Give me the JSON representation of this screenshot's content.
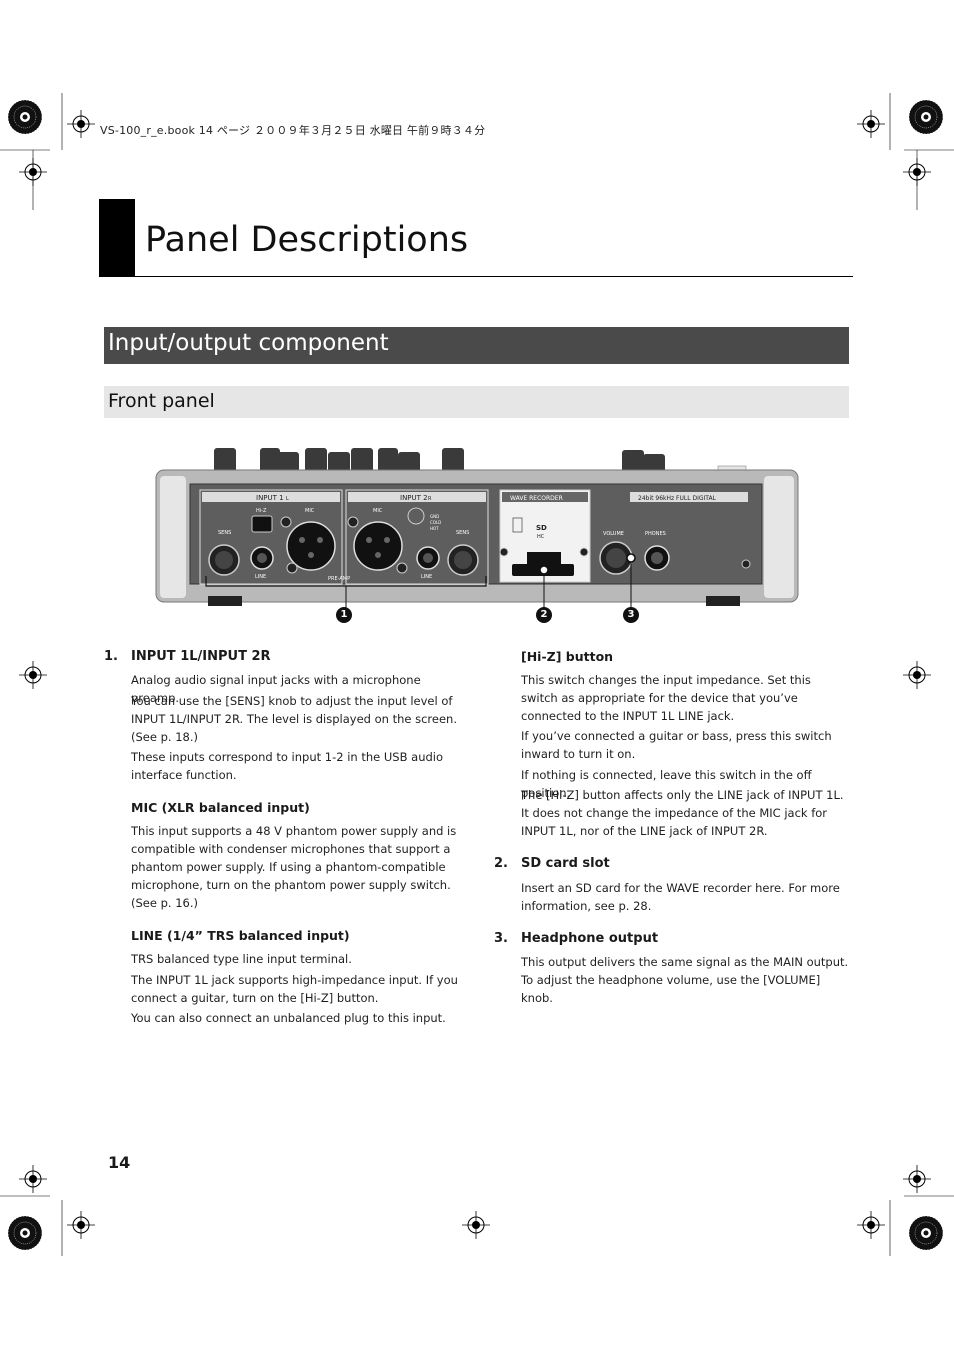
{
  "header": {
    "file_info": "VS-100_r_e.book  14 ページ  ２００９年３月２５日  水曜日  午前９時３４分"
  },
  "page": {
    "title": "Panel Descriptions",
    "section": "Input/output component",
    "subsection": "Front panel",
    "number": "14"
  },
  "figure": {
    "labels": {
      "input1": "INPUT 1",
      "input1_sub": "L",
      "input2": "INPUT 2",
      "input2_sub": "R",
      "hiz": "Hi-Z",
      "mic": "MIC",
      "sens": "SENS",
      "line": "LINE",
      "preamp": "PRE-AMP",
      "gnd": "GND",
      "cold": "COLD",
      "hot": "HOT",
      "wave_recorder": "WAVE RECORDER",
      "digital": "24bit 96kHz  FULL DIGITAL",
      "sd": "SD",
      "hc": "HC",
      "volume": "VOLUME",
      "phones": "PHONES"
    },
    "callouts": [
      "1",
      "2",
      "3"
    ]
  },
  "left_column": {
    "item1": {
      "num": "1.",
      "title": "INPUT 1L/INPUT 2R",
      "paras": [
        "Analog audio signal input jacks with a microphone preamp.",
        "You can use the [SENS] knob to adjust the input level of INPUT 1L/INPUT 2R. The level is displayed on the screen. (See p. 18.)",
        "These inputs correspond to input 1-2 in the USB audio interface function."
      ]
    },
    "mic": {
      "title": "MIC (XLR balanced input)",
      "para": "This input supports a 48 V phantom power supply and is compatible with condenser microphones that support a phantom power supply. If using a phantom-compatible microphone, turn on the phantom power supply switch. (See p. 16.)"
    },
    "line": {
      "title": "LINE (1/4” TRS balanced input)",
      "paras": [
        "TRS balanced type line input terminal.",
        "The INPUT 1L jack supports high-impedance input. If you connect a guitar, turn on the [Hi-Z] button.",
        "You can also connect an unbalanced plug to this input."
      ]
    }
  },
  "right_column": {
    "hiz": {
      "title": "[Hi-Z] button",
      "paras": [
        "This switch changes the input impedance. Set this switch as appropriate for the device that you’ve connected to the INPUT 1L LINE jack.",
        "If you’ve connected a guitar or bass, press this switch inward to turn it on.",
        "If nothing is connected, leave this switch in the off position.",
        "The [Hi-Z] button affects only the LINE jack of INPUT 1L. It does not change the impedance of the MIC jack for INPUT 1L, nor of the LINE jack of INPUT 2R."
      ]
    },
    "item2": {
      "num": "2.",
      "title": "SD card slot",
      "para": "Insert an SD card for the WAVE recorder here. For more information, see p. 28."
    },
    "item3": {
      "num": "3.",
      "title": "Headphone output",
      "para": "This output delivers the same signal as the MAIN output. To adjust the headphone volume, use the [VOLUME] knob."
    }
  }
}
